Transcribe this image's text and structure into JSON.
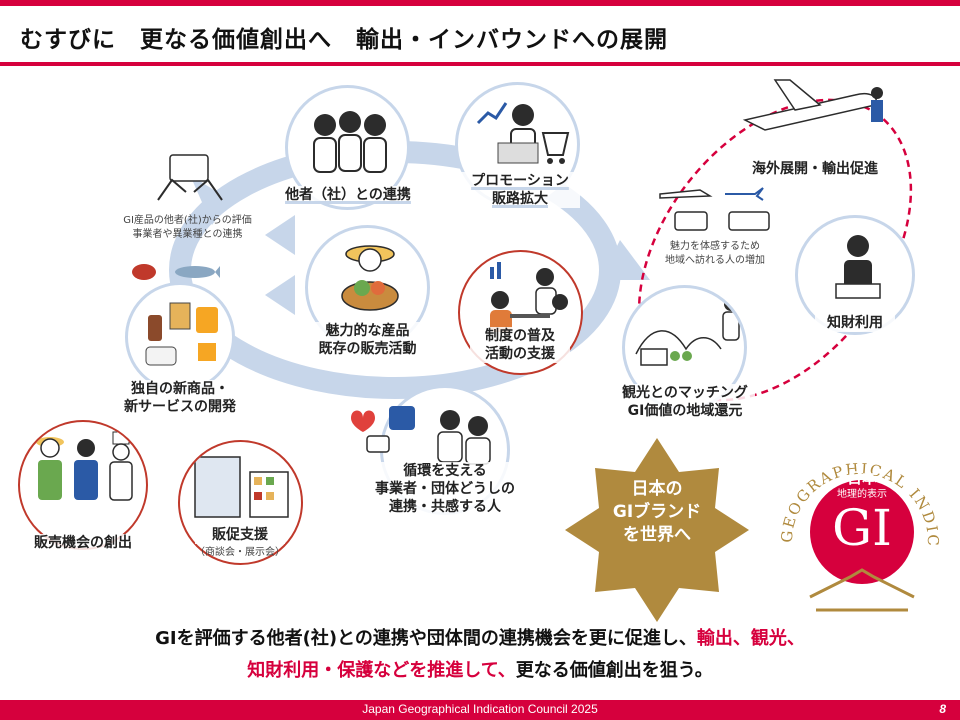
{
  "title": "むすびに　更なる価値創出へ　輸出・インバウンドへの展開",
  "nodes": {
    "partners": "他者（社）との連携",
    "promotion_1": "プロモーション",
    "promotion_2": "販路拡大",
    "attractive_1": "魅力的な産品",
    "attractive_2": "既存の販売活動",
    "system_1": "制度の普及",
    "system_2": "活動の支援",
    "new_products_1": "独自の新商品・",
    "new_products_2": "新サービスの開発",
    "cycle_1": "循環を支える",
    "cycle_2": "事業者・団体どうしの",
    "cycle_3": "連携・共感する人",
    "sales_opp": "販売機会の創出",
    "sales_promo": "販促支援",
    "sales_promo_sub": "（商談会・展示会）",
    "tourism_1": "観光とのマッチング",
    "tourism_2": "GI価値の地域還元",
    "export": "海外展開・輸出促進",
    "ip": "知財利用",
    "visitors_1": "魅力を体感するため",
    "visitors_2": "地域へ訪れる人の増加",
    "eval_1": "GI産品の他者(社)からの評価",
    "eval_2": "事業者や異業種との連携"
  },
  "badge": {
    "line1": "日本の",
    "line2": "GIブランド",
    "line3": "を世界へ",
    "color": "#b08a3e"
  },
  "seal": {
    "top": "日本",
    "mid": "地理的表示",
    "big": "GI",
    "ring": "JAPAN GEOGRAPHICAL INDICATION",
    "color": "#d6003d"
  },
  "summary": {
    "line1_black": "GIを評価する他者(社)との連携や団体間の連携機会を更に促進し、",
    "line1_red": "輸出、観光、",
    "line2_red": "知財利用・保護などを推進して、",
    "line2_black": "更なる価値創出を狙う。"
  },
  "footer": {
    "text": "Japan Geographical Indication Council 2025",
    "page": "8"
  },
  "colors": {
    "accent": "#d6003d",
    "cycle": "#c7d6ea"
  }
}
